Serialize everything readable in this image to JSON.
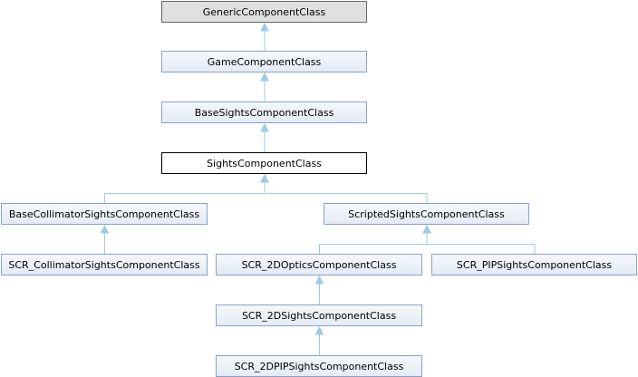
{
  "diagram": {
    "nodes": {
      "generic": "GenericComponentClass",
      "game": "GameComponentClass",
      "base_sights": "BaseSightsComponentClass",
      "sights": "SightsComponentClass",
      "base_collimator": "BaseCollimatorSightsComponentClass",
      "scripted_sights": "ScriptedSightsComponentClass",
      "scr_collimator": "SCR_CollimatorSightsComponentClass",
      "scr_2d_optics": "SCR_2DOpticsComponentClass",
      "scr_pip": "SCR_PIPSightsComponentClass",
      "scr_2d_sights": "SCR_2DSightsComponentClass",
      "scr_2d_pip": "SCR_2DPIPSightsComponentClass"
    },
    "edges": [
      {
        "from": "game",
        "to": "generic"
      },
      {
        "from": "base_sights",
        "to": "game"
      },
      {
        "from": "sights",
        "to": "base_sights"
      },
      {
        "from": "base_collimator",
        "to": "sights"
      },
      {
        "from": "scripted_sights",
        "to": "sights"
      },
      {
        "from": "scr_collimator",
        "to": "base_collimator"
      },
      {
        "from": "scr_2d_optics",
        "to": "scripted_sights"
      },
      {
        "from": "scr_pip",
        "to": "scripted_sights"
      },
      {
        "from": "scr_2d_sights",
        "to": "scr_2d_optics"
      },
      {
        "from": "scr_2d_pip",
        "to": "scr_2d_sights"
      }
    ],
    "colors": {
      "edge": "#9ccbe6",
      "node_border": "#8aa0cc",
      "root_fill": "#e0e0e0",
      "current_fill": "#ffffff"
    }
  }
}
